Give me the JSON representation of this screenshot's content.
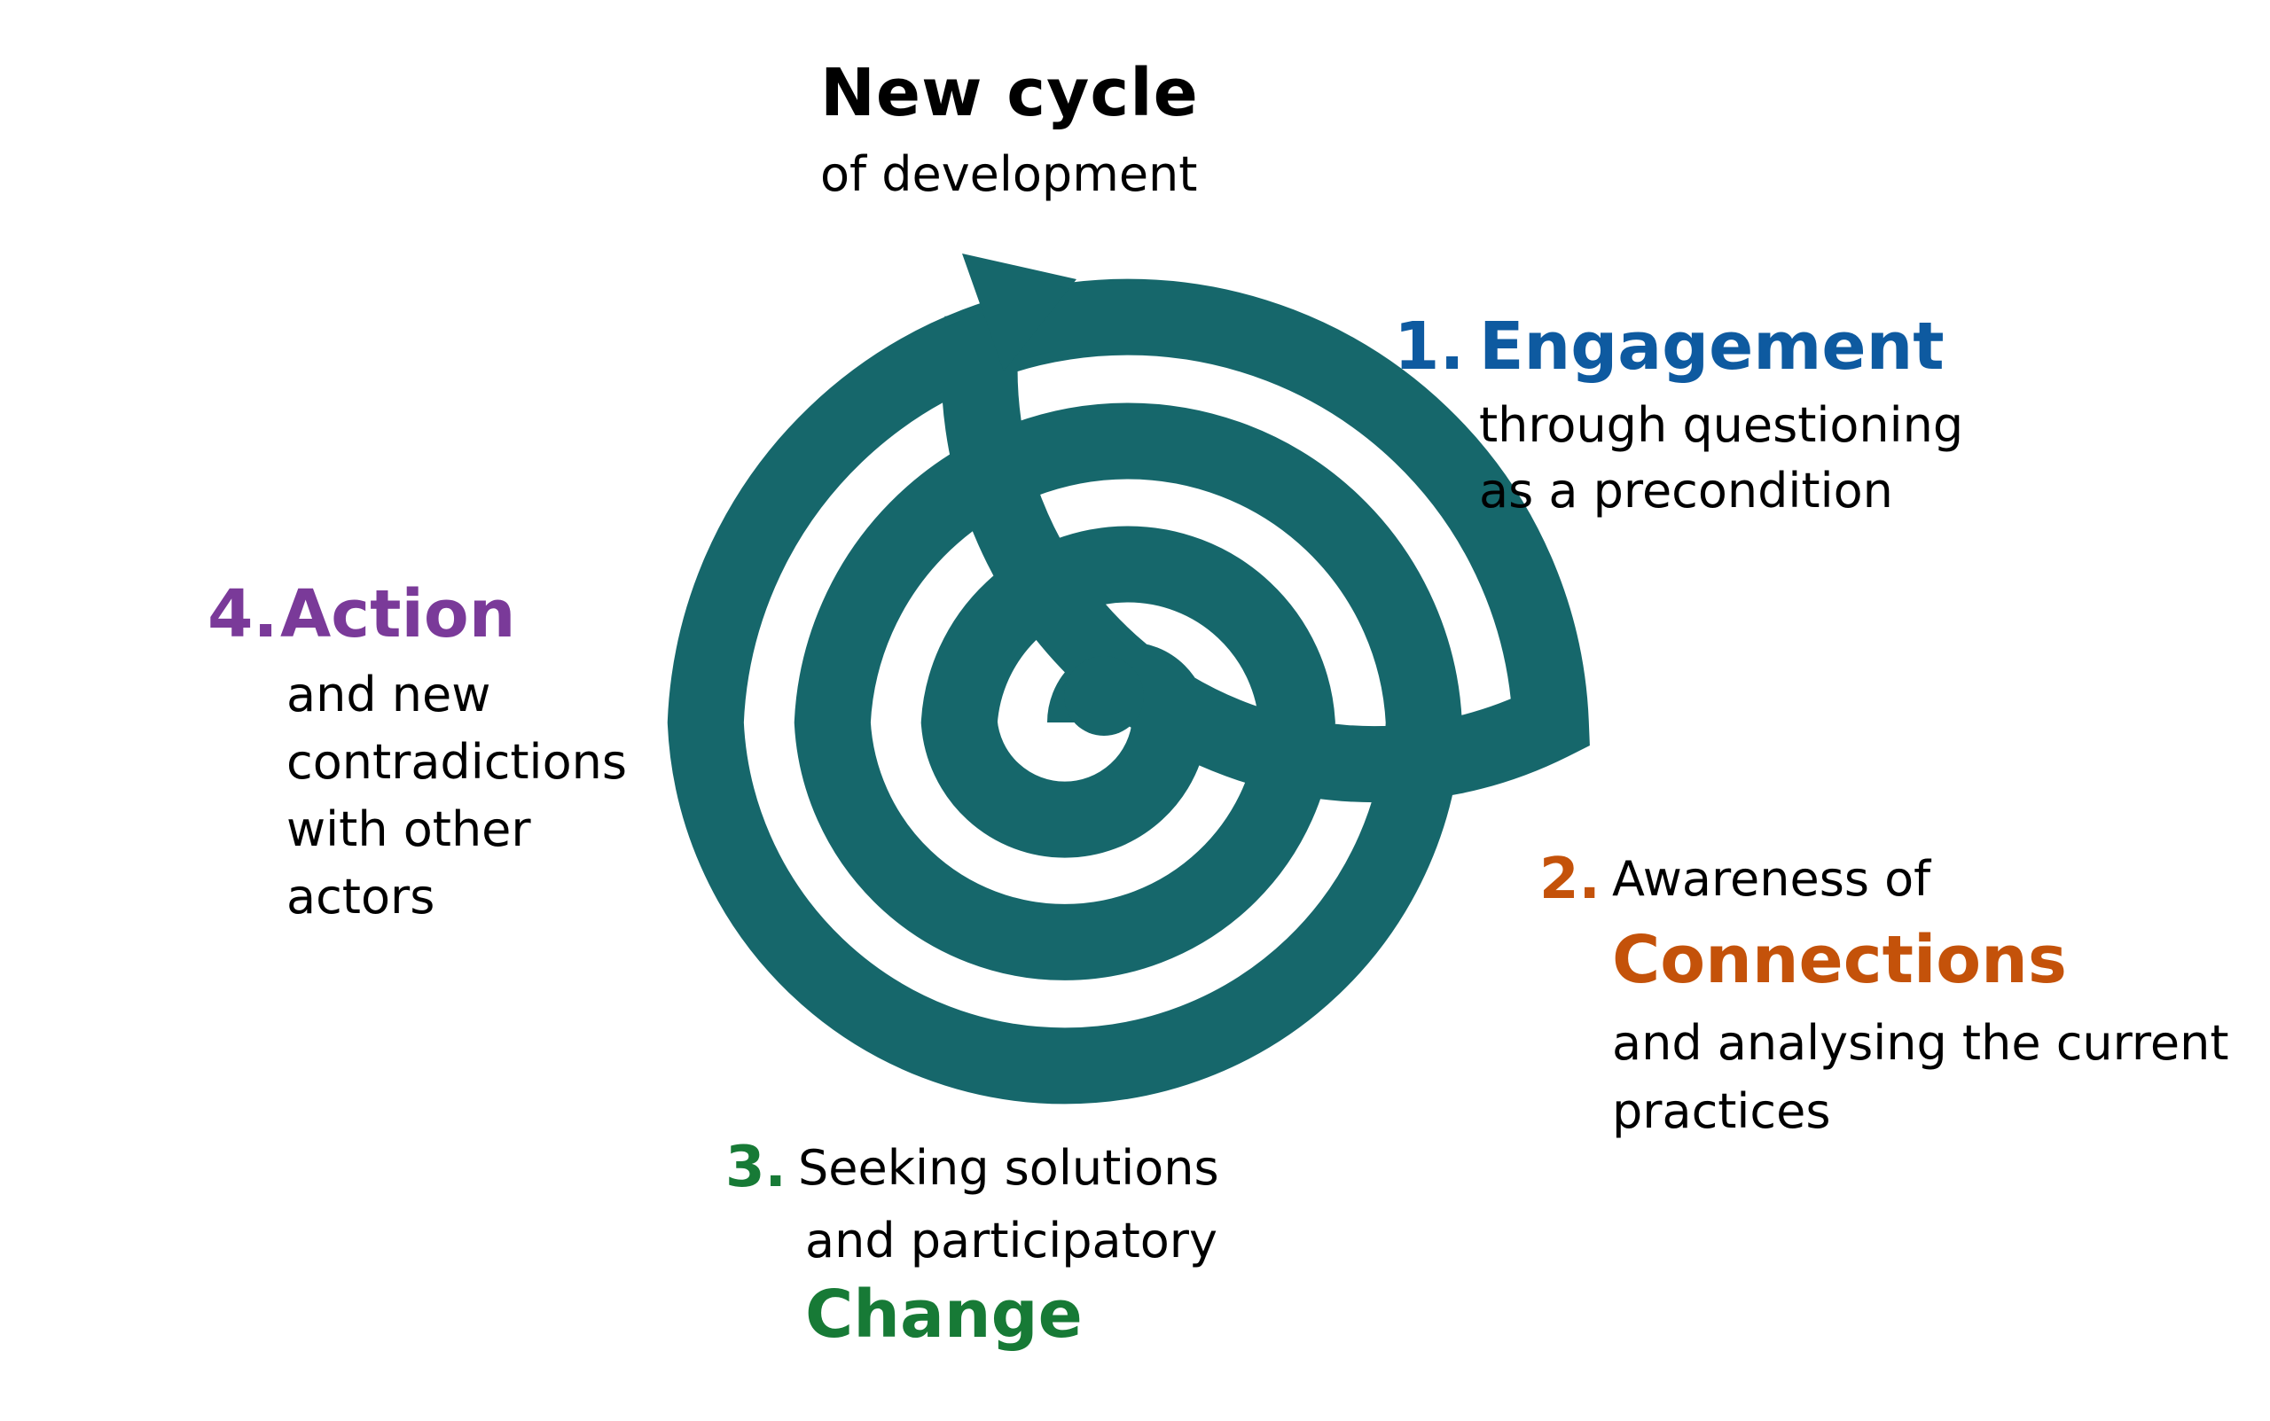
{
  "colors": {
    "spiral": "#16676b",
    "stage1": "#0e5aa0",
    "stage2": "#c4520a",
    "stage3": "#177a36",
    "stage4": "#7a3a99",
    "text": "#000000"
  },
  "icons": {
    "spiral": "spiral-arrow-icon"
  },
  "title": {
    "main": "New cycle",
    "sub": "of development"
  },
  "stages": [
    {
      "number": "1.",
      "heading": "Engagement",
      "lines": [
        "through questioning",
        "as a precondition"
      ]
    },
    {
      "number": "2.",
      "intro": "Awareness of",
      "heading": "Connections",
      "lines": [
        "and analysing the current",
        "practices"
      ]
    },
    {
      "number": "3.",
      "intro": "Seeking solutions",
      "lines": [
        "and participatory"
      ],
      "heading": "Change"
    },
    {
      "number": "4.",
      "heading": "Action",
      "lines": [
        "and new",
        "contradictions",
        "with other",
        "actors"
      ]
    }
  ]
}
